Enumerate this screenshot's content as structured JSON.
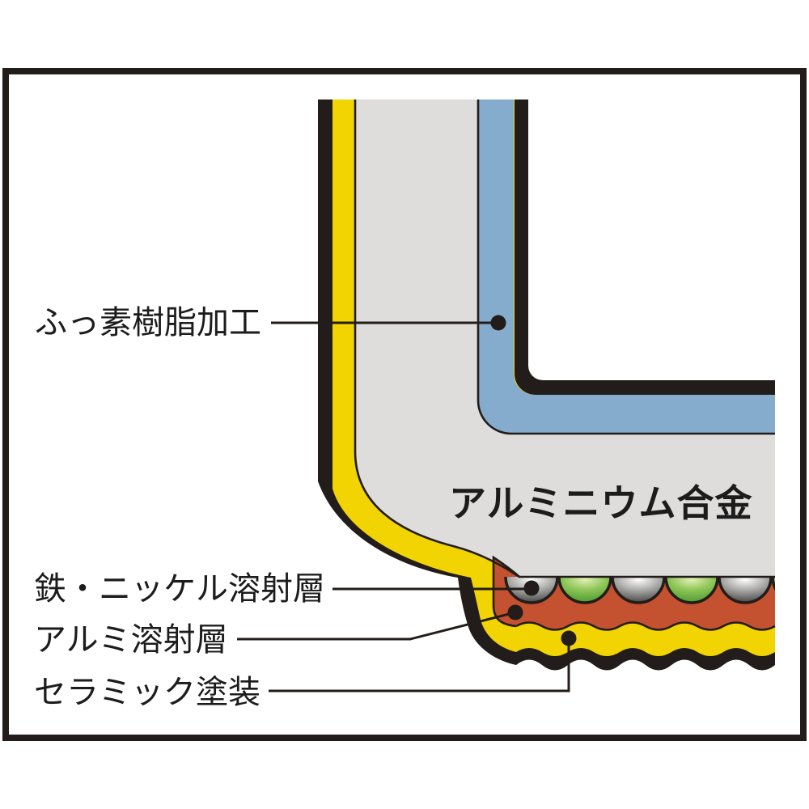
{
  "figure": {
    "description": "Frying pan coating cross-section diagram",
    "alloy_title": "アルミニウム合金",
    "callouts": {
      "fluororesin": {
        "label": "ふっ素樹脂加工"
      },
      "iron_nickel": {
        "label": "鉄・ニッケル溶射層"
      },
      "aluminum_spray": {
        "label": "アルミ溶射層"
      },
      "ceramic": {
        "label": "セラミック塗装"
      }
    },
    "layers": [
      {
        "name": "fluororesin-coating",
        "label": "ふっ素樹脂加工",
        "color": "#85accd"
      },
      {
        "name": "aluminum-alloy-body",
        "label": "アルミニウム合金",
        "color": "#dedddb"
      },
      {
        "name": "iron-nickel-spray-layer",
        "label": "鉄・ニッケル溶射層",
        "color": "#3c3c3a"
      },
      {
        "name": "aluminum-spray-layer",
        "label": "アルミ溶射層",
        "color": "#c4512f"
      },
      {
        "name": "ceramic-coating",
        "label": "セラミック塗装",
        "color": "#f2d403"
      }
    ],
    "colors": {
      "background": "#ffffff",
      "outline_black": "#221d1a",
      "ceramic_yellow": "#f2d403",
      "alloy_gray": "#dedddb",
      "fluororesin_blue": "#85accd",
      "aluminum_spray_red": "#c4512f",
      "bump_metal_light": "#ffffff",
      "bump_metal_mid": "#a8a8a6",
      "bump_metal_dark": "#3c3c3a",
      "bump_green_light": "#e2f0b4",
      "bump_green_mid": "#8cc455",
      "bump_green_dark": "#47962f"
    }
  }
}
